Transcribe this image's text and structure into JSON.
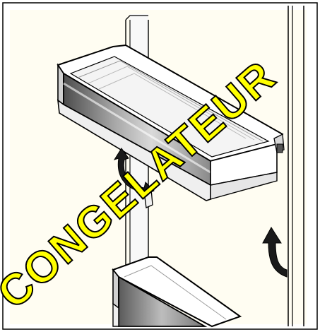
{
  "watermark": {
    "text": "CONGELATEUR",
    "letters": [
      "C",
      "O",
      "N",
      "G",
      "E",
      "L",
      "A",
      "T",
      "E",
      "U",
      "R"
    ]
  },
  "colors": {
    "background": "#ffffff",
    "pale_fill": "#fffdf0",
    "line": "#000000",
    "watermark_fill": "#ffff00",
    "shelf_fill": "#f6f6f6",
    "shelf_dark": "#8c8c8c"
  },
  "icons": [
    "tilt-arrow-icon",
    "lift-up-arrow-icon"
  ]
}
